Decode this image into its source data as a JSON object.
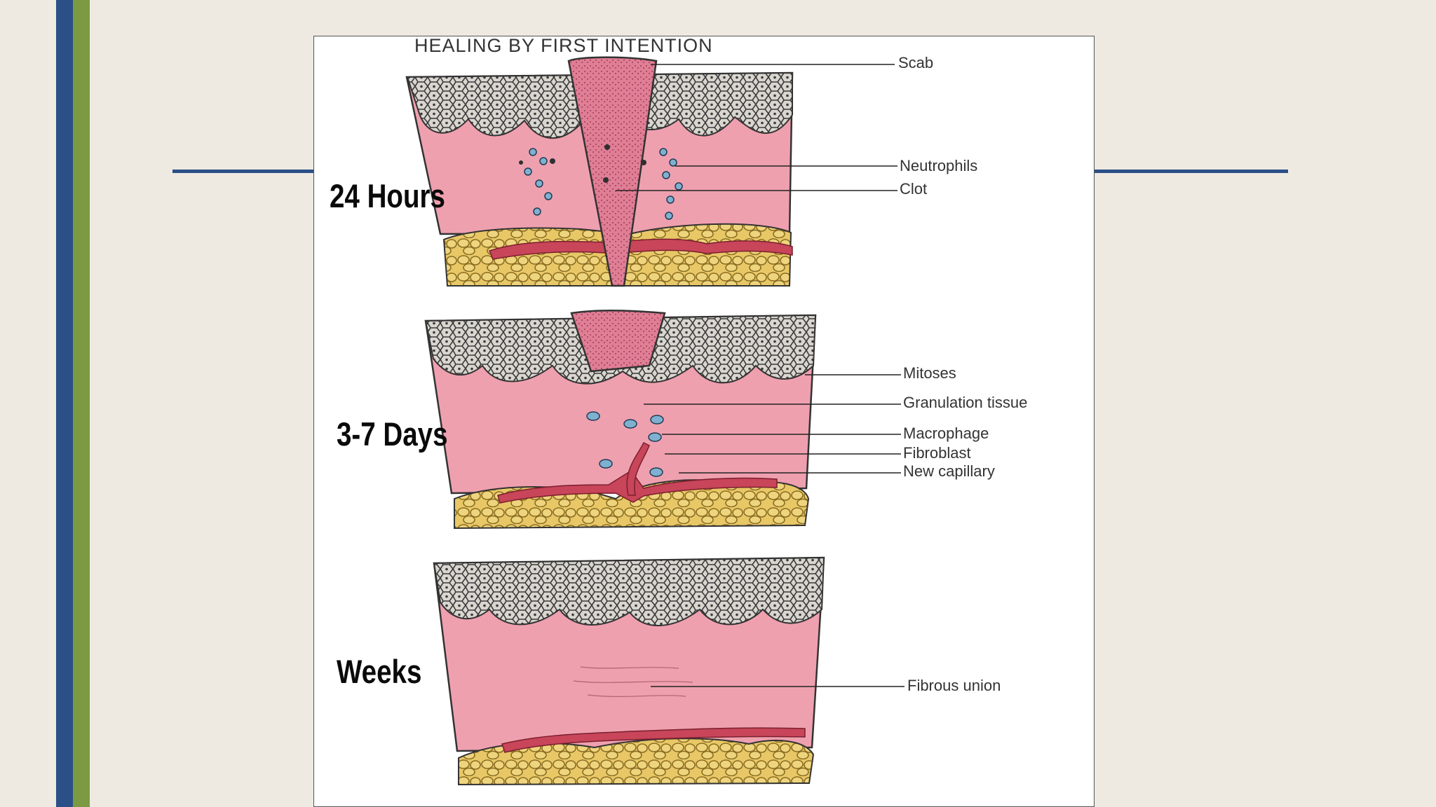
{
  "figure": {
    "title": "HEALING BY FIRST INTENTION",
    "stages": [
      {
        "label": "24 Hours",
        "callouts": [
          "Scab",
          "Neutrophils",
          "Clot"
        ]
      },
      {
        "label": "3-7 Days",
        "callouts": [
          "Mitoses",
          "Granulation tissue",
          "Macrophage",
          "Fibroblast",
          "New capillary"
        ]
      },
      {
        "label": "Weeks",
        "callouts": [
          "Fibrous union"
        ]
      }
    ]
  },
  "colors": {
    "accent_blue": "#2B5087",
    "accent_green": "#7B9A42",
    "background": "#EEEAE2",
    "dermis_pink": "#E98FA0",
    "fat_yellow": "#E8C766",
    "vessel_red": "#C8455A"
  }
}
